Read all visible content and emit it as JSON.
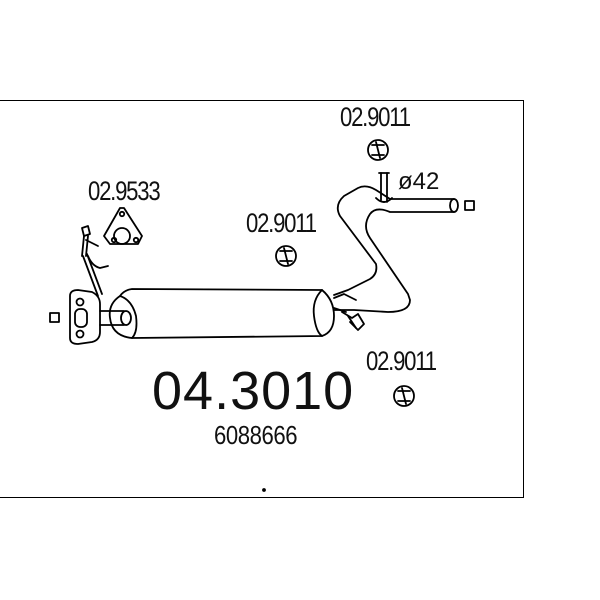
{
  "part": {
    "main_code": "04.3010",
    "oe_number": "6088666"
  },
  "callouts": {
    "gasket_code": "02.9533",
    "hanger_code_top": "02.9011",
    "hanger_code_mid": "02.9011",
    "hanger_code_bottom": "02.9011"
  },
  "dimension": {
    "pipe_diameter": "ø42"
  },
  "colors": {
    "line": "#000000",
    "background": "#ffffff"
  }
}
